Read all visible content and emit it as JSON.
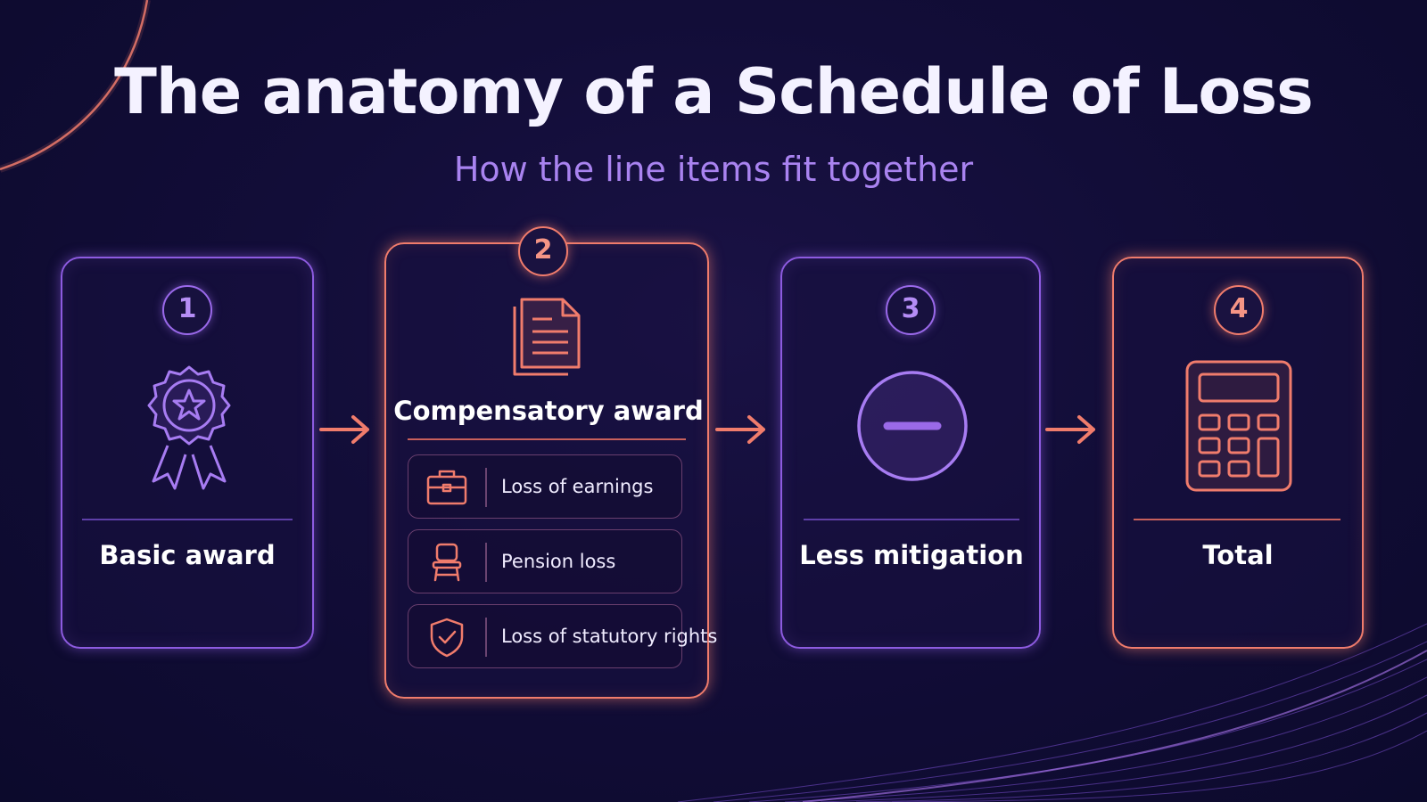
{
  "header": {
    "title": "The anatomy of a Schedule of Loss",
    "subtitle": "How the line items fit together"
  },
  "steps": [
    {
      "number": "1",
      "label": "Basic award",
      "icon": "award-rosette-icon"
    },
    {
      "number": "2",
      "label": "Compensatory award",
      "icon": "document-icon",
      "items": [
        {
          "label": "Loss of earnings",
          "icon": "briefcase-icon"
        },
        {
          "label": "Pension loss",
          "icon": "chair-icon"
        },
        {
          "label": "Loss of statutory rights",
          "icon": "shield-check-icon"
        }
      ]
    },
    {
      "number": "3",
      "label": "Less mitigation",
      "icon": "minus-circle-icon"
    },
    {
      "number": "4",
      "label": "Total",
      "icon": "calculator-icon"
    }
  ],
  "colors": {
    "background": "#120d38",
    "purple_accent": "#8d5be0",
    "coral_accent": "#f07c6c",
    "subtitle": "#a983f0"
  }
}
